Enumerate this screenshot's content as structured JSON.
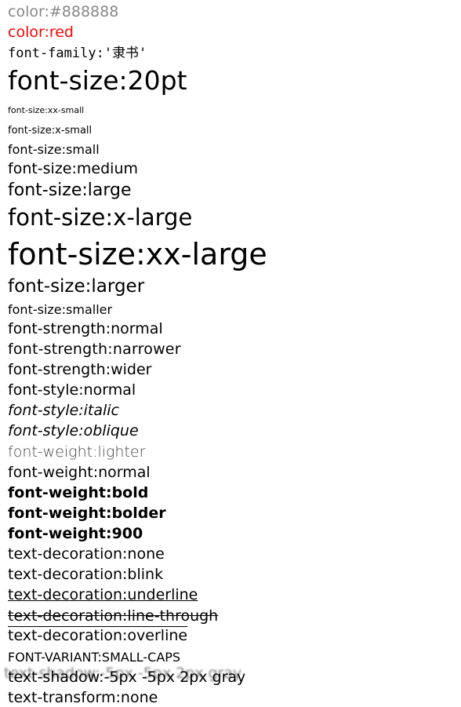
{
  "lines": {
    "color_gray": "color:#888888",
    "color_red": "color:red",
    "font_family": "font-family:'隶书'",
    "font_size_20pt": "font-size:20pt",
    "font_size_xx_small": "font-size:xx-small",
    "font_size_x_small": "font-size:x-small",
    "font_size_small": "font-size:small",
    "font_size_medium": "font-size:medium",
    "font_size_large": "font-size:large",
    "font_size_x_large": "font-size:x-large",
    "font_size_xx_large": "font-size:xx-large",
    "font_size_larger": "font-size:larger",
    "font_size_smaller": "font-size:smaller",
    "font_strength_normal": "font-strength:normal",
    "font_strength_narrower": "font-strength:narrower",
    "font_strength_wider": "font-strength:wider",
    "font_style_normal": "font-style:normal",
    "font_style_italic": "font-style:italic",
    "font_style_oblique": "font-style:oblique",
    "font_weight_lighter": "font-weight:lighter",
    "font_weight_normal": "font-weight:normal",
    "font_weight_bold": "font-weight:bold",
    "font_weight_bolder": "font-weight:bolder",
    "font_weight_900": "font-weight:900",
    "text_decoration_none": "text-decoration:none",
    "text_decoration_blink": "text-decoration:blink",
    "text_decoration_underline": "text-decoration:underline",
    "text_decoration_line_through": "text-decoration:line-through",
    "text_decoration_overline": "text-decoration:overline",
    "font_variant_small_caps": "FONT-VARIANT:SMALL-CAPS",
    "text_shadow": "text-shadow:-5px -5px 2px gray",
    "text_transform_none": "text-transform:none"
  },
  "colors": {
    "gray": "#888888",
    "red": "#ff0000",
    "shadow": "#808080"
  }
}
